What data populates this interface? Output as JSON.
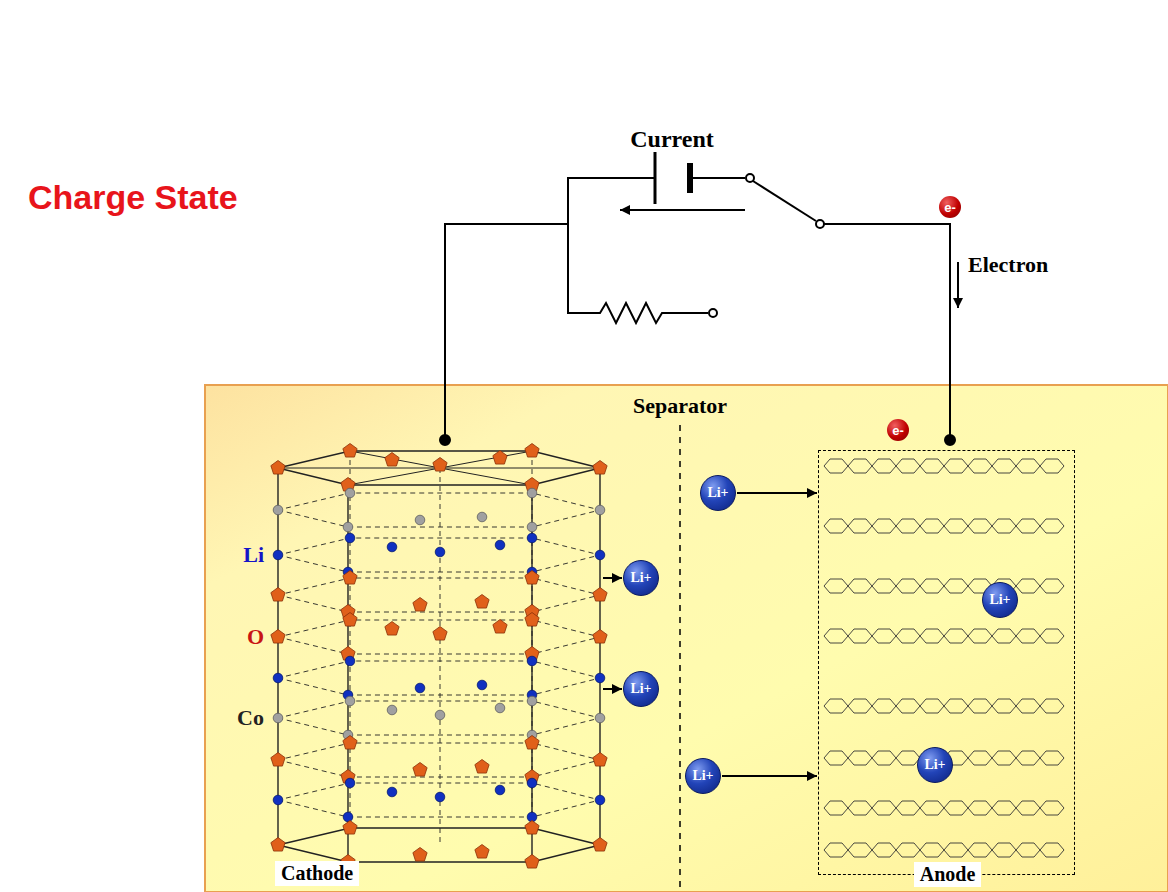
{
  "diagram": {
    "title": "Charge State",
    "nodes": [
      {
        "text": [
          "e-"
        ]
      },
      {
        "text": [
          "e-"
        ]
      },
      {
        "text": [
          "Cathode"
        ]
      },
      {
        "text": [
          "Anode"
        ]
      },
      {
        "text": [
          "Li+"
        ]
      },
      {
        "text": [
          "Li+"
        ]
      },
      {
        "text": [
          "Li+"
        ],
        "in": 3
      },
      {
        "text": [
          "Li+"
        ]
      },
      {
        "text": [
          "Li+"
        ],
        "in": 3
      },
      {
        "text": [
          "Li+"
        ]
      }
    ],
    "edges": [
      {
        "from": 2,
        "to": 5,
        "arrow": "to"
      },
      {
        "from": 2,
        "to": 7,
        "arrow": "to"
      },
      {
        "from": 4,
        "to": 3,
        "arrow": "to"
      },
      {
        "from": 9,
        "to": 3,
        "arrow": "to"
      }
    ],
    "labels": [
      "Current",
      "Electron",
      "Separator",
      "Li",
      "O",
      "Co"
    ]
  }
}
